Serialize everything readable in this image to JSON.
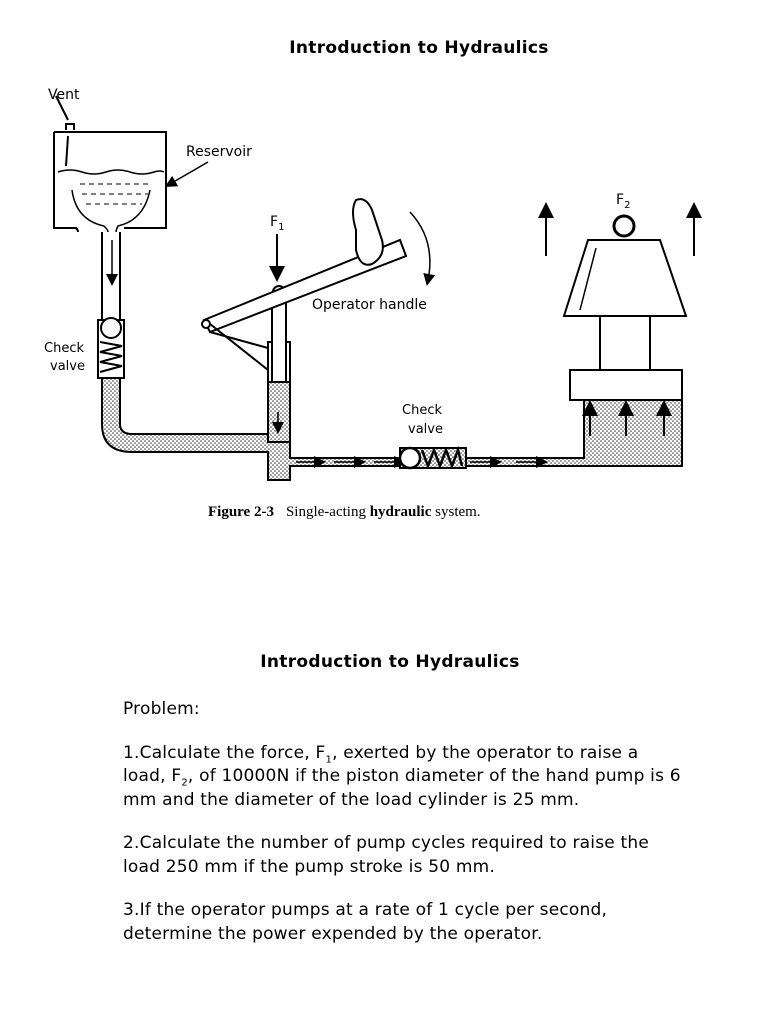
{
  "page": {
    "title_top": "Introduction to Hydraulics",
    "title_bottom": "Introduction to Hydraulics"
  },
  "figure": {
    "label_vent": "Vent",
    "label_reservoir": "Reservoir",
    "label_f1": "F",
    "label_f1_sub": "1",
    "label_f2": "F",
    "label_f2_sub": "2",
    "label_operator_handle": "Operator handle",
    "label_check_valve_left_1": "Check",
    "label_check_valve_left_2": "valve",
    "label_check_valve_mid_1": "Check",
    "label_check_valve_mid_2": "valve",
    "caption_number": "Figure 2-3",
    "caption_text_1": "Single-acting ",
    "caption_text_bold": "hydraulic",
    "caption_text_2": " system."
  },
  "problem": {
    "heading": "Problem:",
    "q1_a": "1.Calculate the force, F",
    "q1_sub1": "1",
    "q1_b": ", exerted by the operator to raise a load, F",
    "q1_sub2": "2",
    "q1_c": ", of 10000N if the piston diameter of the hand pump is 6 mm and the diameter of the load cylinder is 25 mm.",
    "q2": "2.Calculate the number of pump cycles required to raise the load 250 mm if the pump stroke is 50 mm.",
    "q3": "3.If the operator pumps at a rate of 1 cycle per second, determine the power expended by the operator."
  }
}
